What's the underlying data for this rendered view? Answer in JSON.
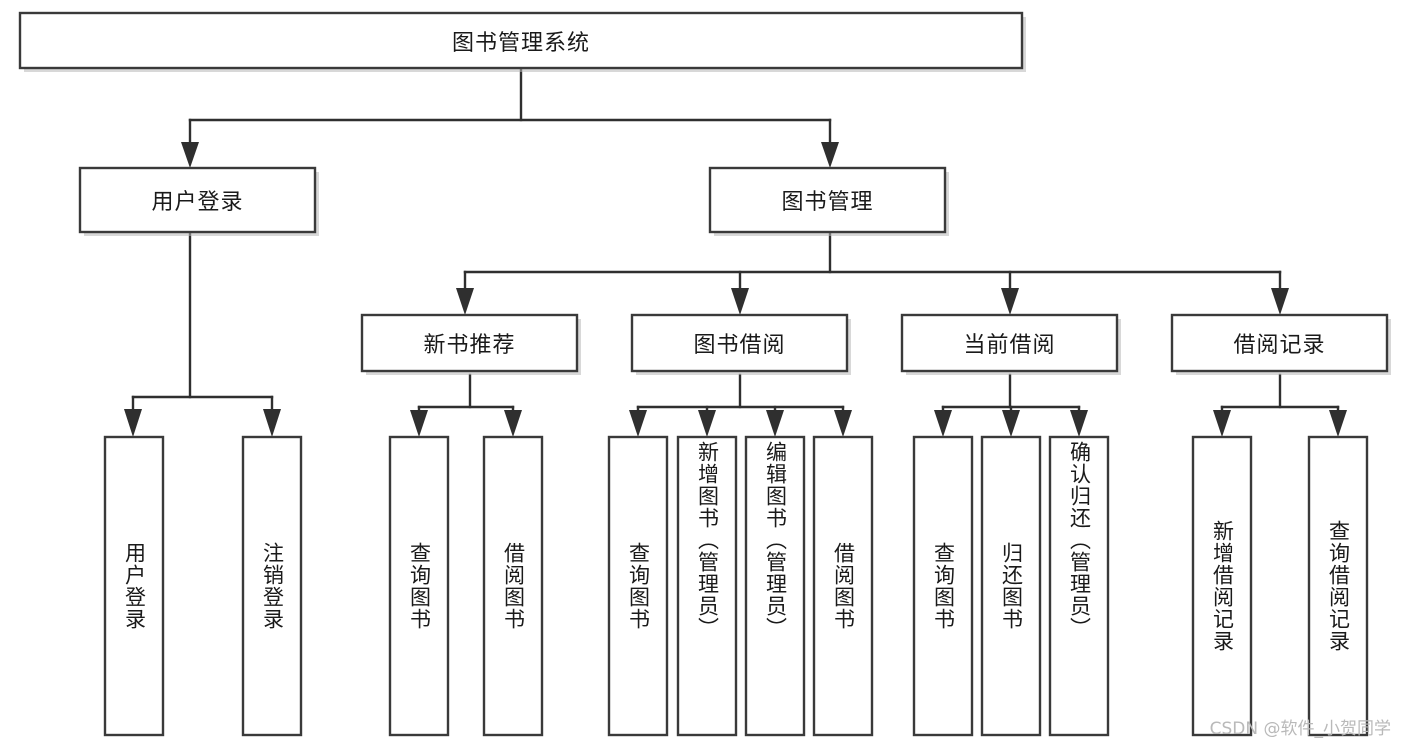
{
  "diagram": {
    "type": "tree-hierarchy",
    "title": "图书管理系统",
    "orientation": "top-down",
    "colors": {
      "box_fill": "#ffffff",
      "box_stroke": "#3a3a3a",
      "line": "#2f2f2f",
      "text": "#1a1a1a",
      "watermark": "#b9b9b9"
    },
    "levels": 4,
    "nodes": {
      "root": {
        "label": "图书管理系统",
        "orientation": "horizontal"
      },
      "level2": [
        {
          "id": "user-login",
          "label": "用户登录",
          "orientation": "horizontal"
        },
        {
          "id": "book-manage",
          "label": "图书管理",
          "orientation": "horizontal"
        }
      ],
      "level3": [
        {
          "id": "new-book-recommend",
          "label": "新书推荐",
          "orientation": "horizontal",
          "parent": "book-manage"
        },
        {
          "id": "book-borrow",
          "label": "图书借阅",
          "orientation": "horizontal",
          "parent": "book-manage"
        },
        {
          "id": "current-borrow",
          "label": "当前借阅",
          "orientation": "horizontal",
          "parent": "book-manage"
        },
        {
          "id": "borrow-record",
          "label": "借阅记录",
          "orientation": "horizontal",
          "parent": "book-manage"
        }
      ],
      "leaves": [
        {
          "id": "leaf-user-login",
          "label": "用户登录",
          "orientation": "vertical",
          "parent": "user-login"
        },
        {
          "id": "leaf-logout-login",
          "label": "注销登录",
          "orientation": "vertical",
          "parent": "user-login"
        },
        {
          "id": "leaf-query-book-1",
          "label": "查询图书",
          "orientation": "vertical",
          "parent": "new-book-recommend"
        },
        {
          "id": "leaf-borrow-book-1",
          "label": "借阅图书",
          "orientation": "vertical",
          "parent": "new-book-recommend"
        },
        {
          "id": "leaf-query-book-2",
          "label": "查询图书",
          "orientation": "vertical",
          "parent": "book-borrow"
        },
        {
          "id": "leaf-add-book-admin",
          "label": "新增图书（管理员）",
          "orientation": "vertical",
          "parent": "book-borrow"
        },
        {
          "id": "leaf-edit-book-admin",
          "label": "编辑图书（管理员）",
          "orientation": "vertical",
          "parent": "book-borrow"
        },
        {
          "id": "leaf-borrow-book-2",
          "label": "借阅图书",
          "orientation": "vertical",
          "parent": "book-borrow"
        },
        {
          "id": "leaf-query-book-3",
          "label": "查询图书",
          "orientation": "vertical",
          "parent": "current-borrow"
        },
        {
          "id": "leaf-return-book",
          "label": "归还图书",
          "orientation": "vertical",
          "parent": "current-borrow"
        },
        {
          "id": "leaf-confirm-return-admin",
          "label": "确认归还（管理员）",
          "orientation": "vertical",
          "parent": "current-borrow"
        },
        {
          "id": "leaf-add-borrow-record",
          "label": "新增借阅记录",
          "orientation": "vertical",
          "parent": "borrow-record"
        },
        {
          "id": "leaf-query-borrow-record",
          "label": "查询借阅记录",
          "orientation": "vertical",
          "parent": "borrow-record"
        }
      ]
    }
  },
  "watermark": {
    "text": "CSDN @软件_小贺同学"
  }
}
